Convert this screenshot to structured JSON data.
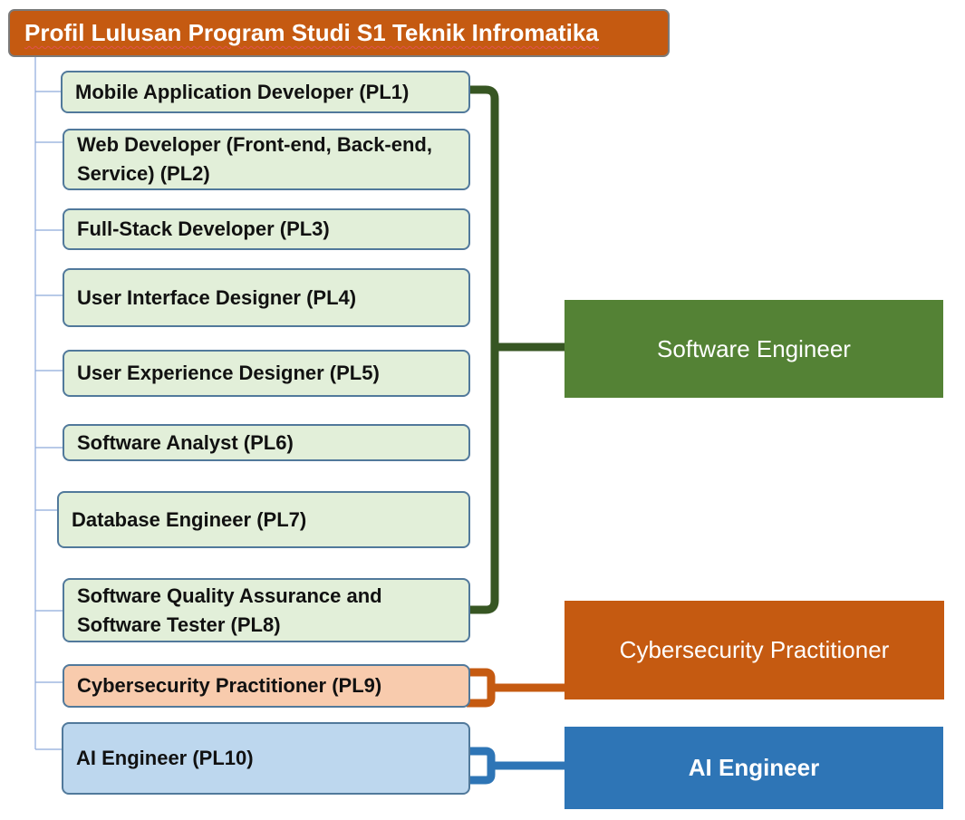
{
  "title": "Profil Lulusan Program Studi S1 Teknik Infromatika",
  "profiles": [
    {
      "label": "Mobile Application Developer (PL1)"
    },
    {
      "label": "Web Developer (Front-end, Back-end, Service) (PL2)"
    },
    {
      "label": "Full-Stack Developer (PL3)"
    },
    {
      "label": "User Interface Designer (PL4)"
    },
    {
      "label": "User Experience Designer (PL5)"
    },
    {
      "label": "Software Analyst (PL6)"
    },
    {
      "label": "Database Engineer (PL7)"
    },
    {
      "label": "Software Quality Assurance and Software Tester (PL8)"
    },
    {
      "label": "Cybersecurity Practitioner (PL9)"
    },
    {
      "label": "AI Engineer (PL10)"
    }
  ],
  "categories": {
    "software_engineer": "Software Engineer",
    "cybersecurity": "Cybersecurity Practitioner",
    "ai_engineer": "AI Engineer"
  },
  "colors": {
    "title_bg": "#c55a11",
    "software_engineer": "#548235",
    "cybersecurity": "#c55a11",
    "ai_engineer": "#2e75b6",
    "se_item_bg": "#e2efd9",
    "cyber_item_bg": "#f8cbad",
    "ai_item_bg": "#bdd7ee"
  }
}
